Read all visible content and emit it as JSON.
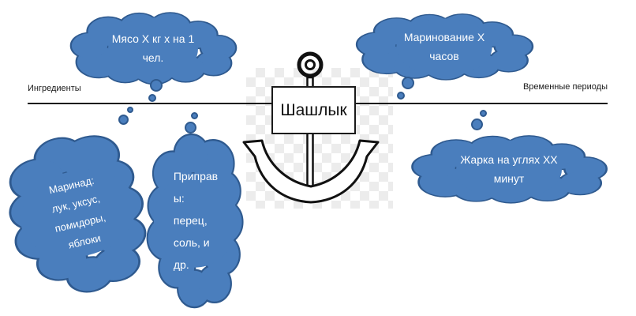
{
  "colors": {
    "cloud-fill": "#4a7ebd",
    "cloud-stroke": "#2f5a8f",
    "cloud-text": "#ffffff",
    "ink": "#1a1a1a"
  },
  "timeline": {
    "left_label": "Ингредиенты",
    "right_label": "Временные периоды"
  },
  "center": {
    "title": "Шашлык",
    "icon": "anchor-icon"
  },
  "clouds": {
    "meat": {
      "lines": [
        "Мясо Х кг х на 1",
        "чел."
      ]
    },
    "marinating": {
      "lines": [
        "Маринование Х",
        "часов"
      ]
    },
    "marinade": {
      "lines": [
        "Маринад:",
        "лук, уксус,",
        "помидоры,",
        "яблоки"
      ]
    },
    "spices": {
      "lines": [
        "Приправ",
        "ы:",
        "перец,",
        "соль, и",
        "др."
      ]
    },
    "grilling": {
      "lines": [
        "Жарка на углях ХХ",
        "минут"
      ]
    }
  }
}
